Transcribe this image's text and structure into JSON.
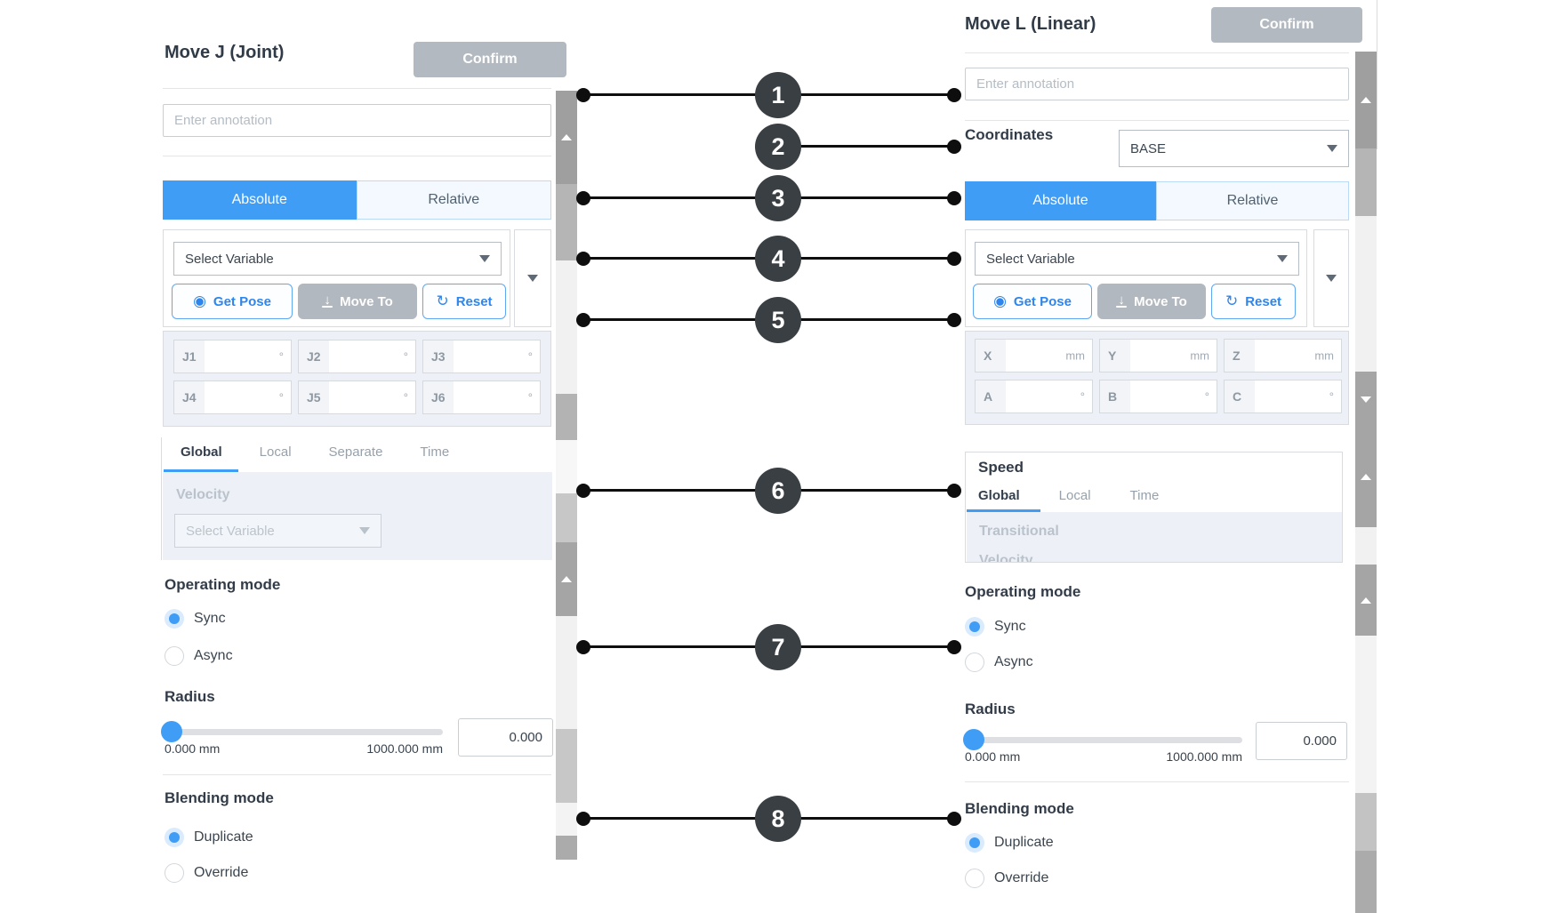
{
  "callouts": [
    "1",
    "2",
    "3",
    "4",
    "5",
    "6",
    "7",
    "8"
  ],
  "icons": {
    "get_pose": "◉",
    "reset": "↻",
    "move_to_arrow": "↓"
  },
  "colors": {
    "accent_blue": "#3f9df5",
    "confirm_gray": "#b2b9c0",
    "callout_circle": "#3a3f44",
    "disabled_text": "#bac2cb"
  },
  "panels": {
    "left": {
      "title": "Move J (Joint)",
      "confirm_label": "Confirm",
      "annotation_placeholder": "Enter annotation",
      "tabs": {
        "absolute": "Absolute",
        "relative": "Relative"
      },
      "variable": {
        "placeholder": "Select Variable",
        "get_pose_label": "Get Pose",
        "move_to_label": "Move To",
        "reset_label": "Reset"
      },
      "fields": [
        {
          "label": "J1",
          "unit": "°"
        },
        {
          "label": "J2",
          "unit": "°"
        },
        {
          "label": "J3",
          "unit": "°"
        },
        {
          "label": "J4",
          "unit": "°"
        },
        {
          "label": "J5",
          "unit": "°"
        },
        {
          "label": "J6",
          "unit": "°"
        }
      ],
      "speed": {
        "tabs": [
          "Global",
          "Local",
          "Separate",
          "Time"
        ],
        "active_tab": "Global",
        "velocity_label": "Velocity",
        "velocity_placeholder": "Select Variable"
      },
      "operating_mode": {
        "heading": "Operating mode",
        "options": [
          "Sync",
          "Async"
        ],
        "selected": "Sync"
      },
      "radius": {
        "heading": "Radius",
        "min_label": "0.000 mm",
        "max_label": "1000.000 mm",
        "value": "0.000"
      },
      "blending": {
        "heading": "Blending mode",
        "options": [
          "Duplicate",
          "Override"
        ],
        "selected": "Duplicate"
      }
    },
    "right": {
      "title": "Move L (Linear)",
      "confirm_label": "Confirm",
      "annotation_placeholder": "Enter annotation",
      "coordinates": {
        "label": "Coordinates",
        "value": "BASE"
      },
      "tabs": {
        "absolute": "Absolute",
        "relative": "Relative"
      },
      "variable": {
        "placeholder": "Select Variable",
        "get_pose_label": "Get Pose",
        "move_to_label": "Move To",
        "reset_label": "Reset"
      },
      "fields": [
        {
          "label": "X",
          "unit": "mm"
        },
        {
          "label": "Y",
          "unit": "mm"
        },
        {
          "label": "Z",
          "unit": "mm"
        },
        {
          "label": "A",
          "unit": "°"
        },
        {
          "label": "B",
          "unit": "°"
        },
        {
          "label": "C",
          "unit": "°"
        }
      ],
      "speed": {
        "box_title": "Speed",
        "tabs": [
          "Global",
          "Local",
          "Time"
        ],
        "active_tab": "Global",
        "transitional_label": "Transitional",
        "clipped_label": "Velocity"
      },
      "operating_mode": {
        "heading": "Operating mode",
        "options": [
          "Sync",
          "Async"
        ],
        "selected": "Sync"
      },
      "radius": {
        "heading": "Radius",
        "min_label": "0.000 mm",
        "max_label": "1000.000 mm",
        "value": "0.000"
      },
      "blending": {
        "heading": "Blending mode",
        "options": [
          "Duplicate",
          "Override"
        ],
        "selected": "Duplicate"
      }
    }
  }
}
